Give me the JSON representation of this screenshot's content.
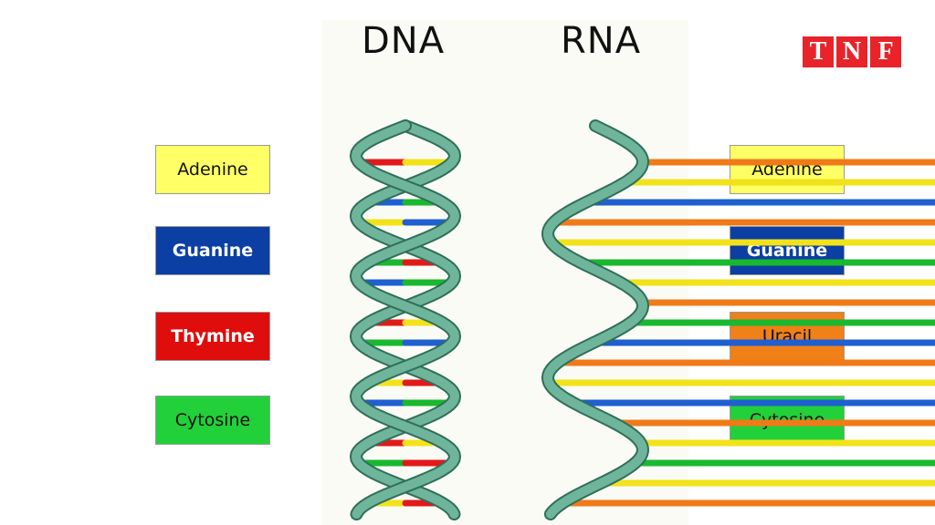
{
  "titles": {
    "dna": "DNA",
    "rna": "RNA"
  },
  "logo": {
    "letters": [
      "T",
      "N",
      "F"
    ]
  },
  "dna_bases": [
    {
      "label": "Adenine",
      "color": "#ffff66"
    },
    {
      "label": "Guanine",
      "color": "#0b3fa3"
    },
    {
      "label": "Thymine",
      "color": "#e00d0d"
    },
    {
      "label": "Cytosine",
      "color": "#22d03a"
    }
  ],
  "rna_bases": [
    {
      "label": "Adenine",
      "color": "#ffff66"
    },
    {
      "label": "Guanine",
      "color": "#0b3fa3"
    },
    {
      "label": "Uracil",
      "color": "#f08018"
    },
    {
      "label": "Cytosine",
      "color": "#22d03a"
    }
  ],
  "colors": {
    "backbone": "#6fb59b",
    "backbone_stroke": "#2f6f5a",
    "rung_yellow": "#f2e21a",
    "rung_blue": "#1f5fd0",
    "rung_red": "#e11919",
    "rung_green": "#19b82e",
    "rung_orange": "#f07a18"
  }
}
